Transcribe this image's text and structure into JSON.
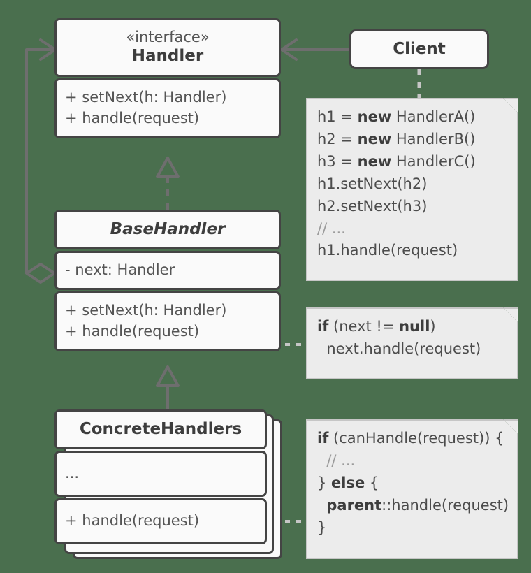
{
  "diagram": {
    "title": "Chain of Responsibility UML class diagram",
    "background_color": "#4a6f4e",
    "box_fill": "#fafafa",
    "box_border": "#444444",
    "note_fill": "#ececec",
    "note_border": "#c6c6c6",
    "connector_color": "#6e6e6e"
  },
  "classes": {
    "handler": {
      "stereotype": "«interface»",
      "name": "Handler",
      "methods": [
        "+ setNext(h: Handler)",
        "+ handle(request)"
      ]
    },
    "base_handler": {
      "name": "BaseHandler",
      "fields": [
        "- next: Handler"
      ],
      "methods": [
        "+ setNext(h: Handler)",
        "+ handle(request)"
      ]
    },
    "concrete_handlers": {
      "name": "ConcreteHandlers",
      "fields": [
        "..."
      ],
      "methods": [
        "+ handle(request)"
      ]
    },
    "client": {
      "name": "Client"
    }
  },
  "notes": {
    "client_note": {
      "lines": [
        [
          {
            "t": "h1 = ",
            "b": false
          },
          {
            "t": "new",
            "b": true
          },
          {
            "t": " HandlerA()",
            "b": false
          }
        ],
        [
          {
            "t": "h2 = ",
            "b": false
          },
          {
            "t": "new",
            "b": true
          },
          {
            "t": " HandlerB()",
            "b": false
          }
        ],
        [
          {
            "t": "h3 = ",
            "b": false
          },
          {
            "t": "new",
            "b": true
          },
          {
            "t": " HandlerC()",
            "b": false
          }
        ],
        [
          {
            "t": "h1.setNext(h2)",
            "b": false
          }
        ],
        [
          {
            "t": "h2.setNext(h3)",
            "b": false
          }
        ],
        [
          {
            "t": "// ...",
            "b": false,
            "c": true
          }
        ],
        [
          {
            "t": "h1.handle(request)",
            "b": false
          }
        ]
      ]
    },
    "base_handle_note": {
      "lines": [
        [
          {
            "t": "if",
            "b": true
          },
          {
            "t": " (next != ",
            "b": false
          },
          {
            "t": "null",
            "b": true
          },
          {
            "t": ")",
            "b": false
          }
        ],
        [
          {
            "t": "  next.handle(request)",
            "b": false
          }
        ]
      ]
    },
    "concrete_handle_note": {
      "lines": [
        [
          {
            "t": "if",
            "b": true
          },
          {
            "t": " (canHandle(request)) {",
            "b": false
          }
        ],
        [
          {
            "t": "  // ...",
            "b": false,
            "c": true
          }
        ],
        [
          {
            "t": "} ",
            "b": false
          },
          {
            "t": "else",
            "b": true
          },
          {
            "t": " {",
            "b": false
          }
        ],
        [
          {
            "t": "  ",
            "b": false
          },
          {
            "t": "parent",
            "b": true
          },
          {
            "t": "::handle(request)",
            "b": false
          }
        ],
        [
          {
            "t": "}",
            "b": false
          }
        ]
      ]
    }
  },
  "connectors": {
    "client_to_handler": {
      "type": "association",
      "label": ""
    },
    "handler_realization": {
      "type": "realization-dashed-hollow-triangle",
      "label": ""
    },
    "basehandler_inheritance": {
      "type": "generalization-solid-hollow-triangle",
      "label": ""
    },
    "aggregation_next": {
      "type": "aggregation-open-diamond",
      "label": ""
    },
    "client_note_link": {
      "type": "dashed-anchor",
      "label": ""
    },
    "base_note_link": {
      "type": "dashed-anchor-circle",
      "label": ""
    },
    "concrete_note_link": {
      "type": "dashed-anchor-circle",
      "label": ""
    }
  }
}
